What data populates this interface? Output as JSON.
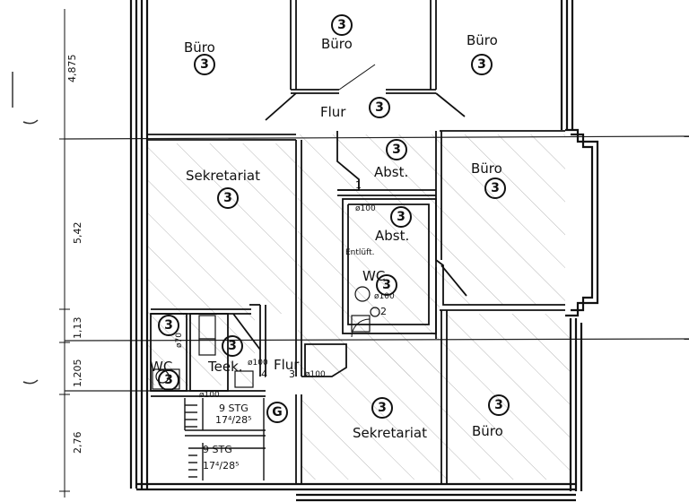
{
  "rooms": {
    "buero_1": "Büro",
    "buero_2": "Büro",
    "buero_3": "Büro",
    "buero_4": "Büro",
    "buero_5": "Büro",
    "flur_top": "Flur",
    "flur_bottom": "Flur",
    "sekretariat_1": "Sekretariat",
    "sekretariat_2": "Sekretariat",
    "abst_1": "Abst.",
    "abst_2": "Abst.",
    "wc_1": "WC",
    "wc_2": "WC",
    "teek": "Teek."
  },
  "marker_number": "3",
  "marker_g": "G",
  "dimensions": {
    "d1": "4,875",
    "d2": "5,42",
    "d3": "1,13",
    "d4": "1,205",
    "d5": "2,76"
  },
  "annotations": {
    "phi100_a": "ø100",
    "phi100_b": "ø100",
    "phi100_c": "ø100",
    "phi100_d": "ø100",
    "phi100_e": "ø100",
    "phi70": "ø70",
    "entlueft": "Entlüft.",
    "stair_1_count": "9 STG",
    "stair_1_ratio": "17⁴/28⁵",
    "stair_2_count": "9 STG",
    "stair_2_ratio": "17⁴/28⁵",
    "num_1": "1",
    "num_2": "2",
    "num_3": "3",
    "num_4": "4",
    "wall_no": "1"
  }
}
